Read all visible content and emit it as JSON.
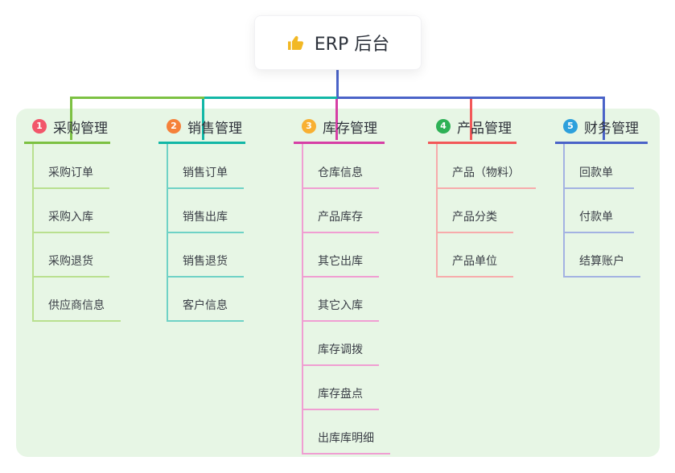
{
  "root": {
    "title": "ERP 后台",
    "icon": "thumbs-up-icon",
    "icon_color": "#f2b824"
  },
  "panel_color": "#e7f6e5",
  "connector_color": "#4a63c8",
  "branches": [
    {
      "badge": "1",
      "title": "采购管理",
      "badge_color": "#f2566a",
      "line_color": "#7cc142",
      "child_line_color": "#b9e08f",
      "children": [
        "采购订单",
        "采购入库",
        "采购退货",
        "供应商信息"
      ]
    },
    {
      "badge": "2",
      "title": "销售管理",
      "badge_color": "#f5813a",
      "line_color": "#12b7a6",
      "child_line_color": "#6fd2c6",
      "children": [
        "销售订单",
        "销售出库",
        "销售退货",
        "客户信息"
      ]
    },
    {
      "badge": "3",
      "title": "库存管理",
      "badge_color": "#f8b033",
      "line_color": "#d63fa5",
      "child_line_color": "#f09ed2",
      "children": [
        "仓库信息",
        "产品库存",
        "其它出库",
        "其它入库",
        "库存调拨",
        "库存盘点",
        "出库库明细"
      ]
    },
    {
      "badge": "4",
      "title": "产品管理",
      "badge_color": "#2eb156",
      "line_color": "#f25858",
      "child_line_color": "#f7abab",
      "children": [
        "产品（物料）",
        "产品分类",
        "产品单位"
      ]
    },
    {
      "badge": "5",
      "title": "财务管理",
      "badge_color": "#2da0dc",
      "line_color": "#4a63c8",
      "child_line_color": "#a3b2e2",
      "children": [
        "回款单",
        "付款单",
        "结算账户"
      ]
    }
  ]
}
